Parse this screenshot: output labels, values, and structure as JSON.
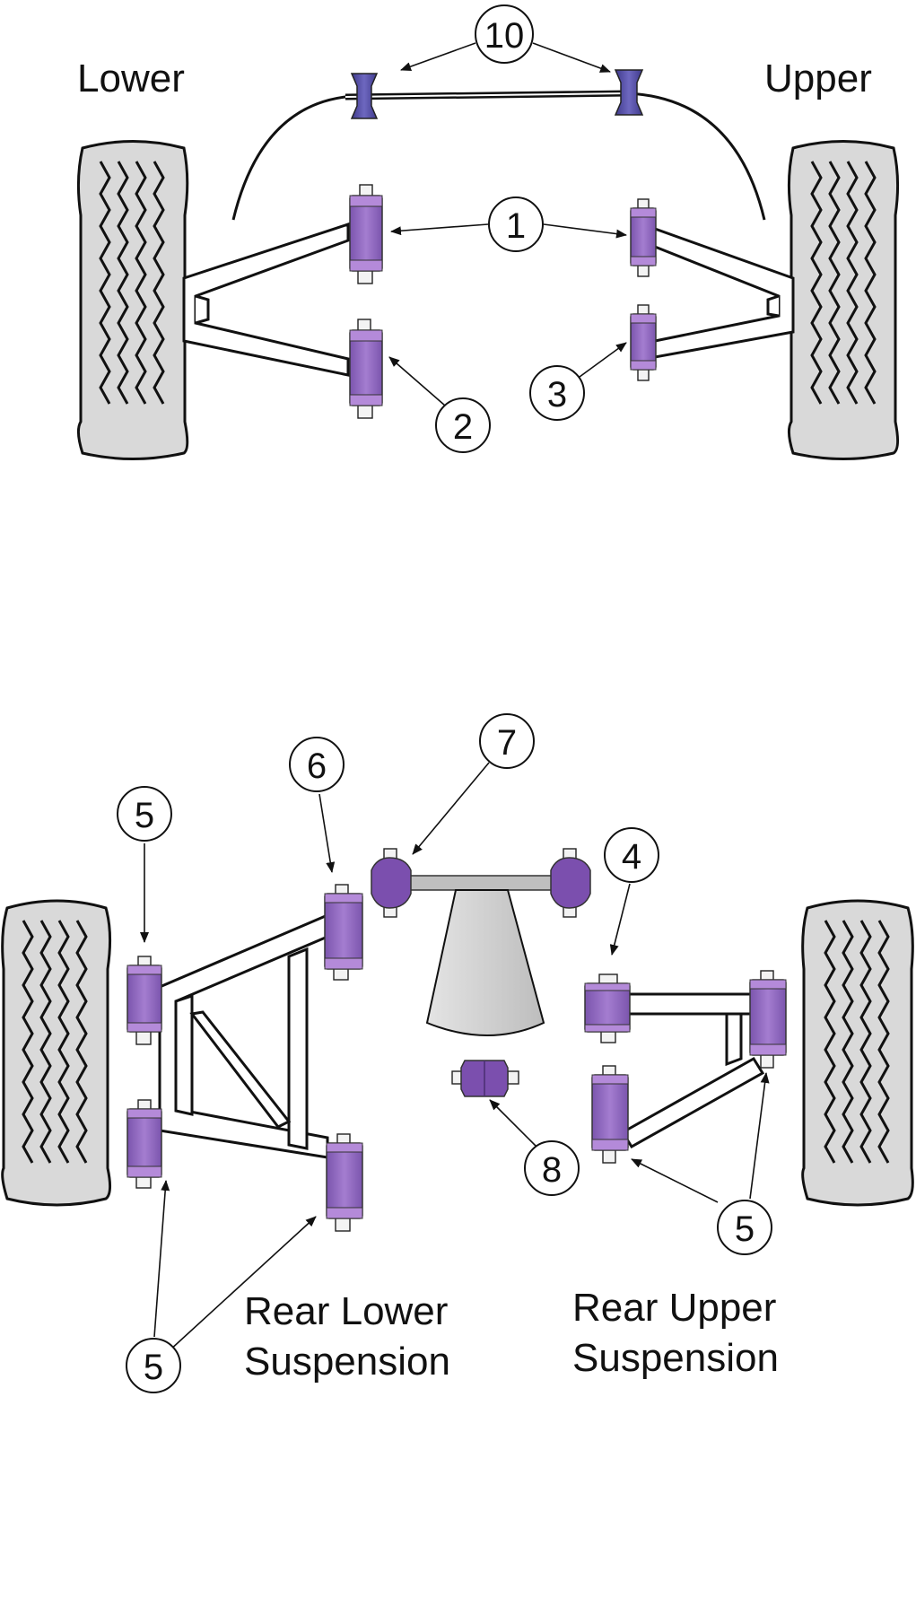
{
  "labels": {
    "lower": "Lower",
    "upper": "Upper",
    "rear_lower": [
      "Rear Lower",
      "Suspension"
    ],
    "rear_upper": [
      "Rear Upper",
      "Suspension"
    ]
  },
  "callouts": {
    "c10": "10",
    "c1": "1",
    "c2": "2",
    "c3": "3",
    "c4": "4",
    "c5a": "5",
    "c5b": "5",
    "c5c": "5",
    "c6": "6",
    "c7": "7",
    "c8": "8"
  },
  "colors": {
    "bushing": "#9b72c6",
    "bushing_dark": "#7b4fae",
    "bushing_blue": "#5d57a8",
    "tyre_dark": "#222222",
    "diff": "#cfcfcf"
  }
}
